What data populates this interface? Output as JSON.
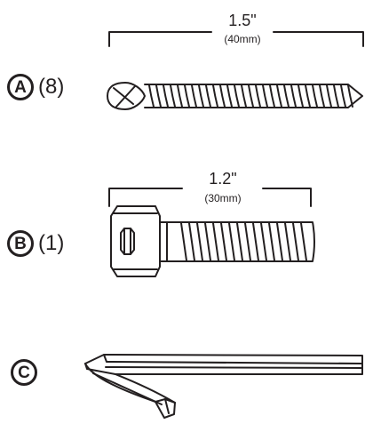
{
  "parts": [
    {
      "letter": "A",
      "quantity": "(8)",
      "length_in": "1.5\"",
      "length_mm": "(40mm)"
    },
    {
      "letter": "B",
      "quantity": "(1)",
      "length_in": "1.2\"",
      "length_mm": "(30mm)"
    },
    {
      "letter": "C"
    }
  ],
  "colors": {
    "ink": "#231f20",
    "background": "#ffffff"
  },
  "icons": {
    "A": "phillips-flat-head-wood-screw-icon",
    "B": "hex-socket-bolt-icon",
    "C": "hex-allen-key-icon"
  }
}
